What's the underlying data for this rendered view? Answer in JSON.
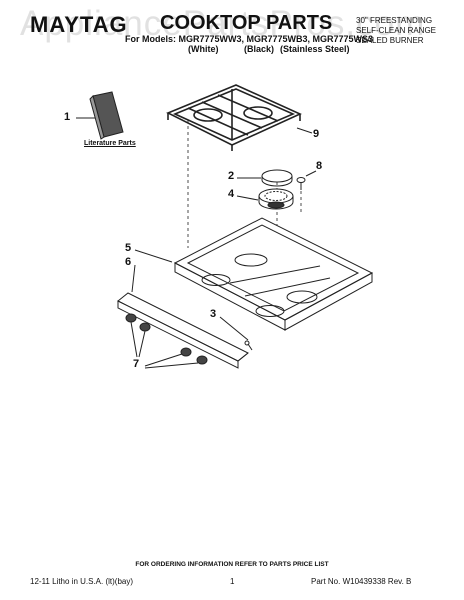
{
  "watermark": "AppliancePartsPros.com",
  "header": {
    "brand": "MAYTAG",
    "title": "COOKTOP PARTS",
    "models_line": "For Models: MGR7775WW3, MGR7775WB3, MGR7775WS3",
    "variants": [
      "(White)",
      "(Black)",
      "(Stainless Steel)"
    ],
    "right_lines": [
      "30\" FREESTANDING",
      "SELF-CLEAN RANGE",
      "SEALED BURNER"
    ]
  },
  "literature_label": "Literature Parts",
  "callouts": [
    "1",
    "2",
    "3",
    "4",
    "5",
    "6",
    "7",
    "8",
    "9"
  ],
  "footer": {
    "ordering_note": "FOR ORDERING INFORMATION REFER TO PARTS PRICE LIST",
    "left": "12-11 Litho in U.S.A. (lt)(bay)",
    "page_number": "1",
    "right": "Part No. W10439338 Rev. B"
  }
}
